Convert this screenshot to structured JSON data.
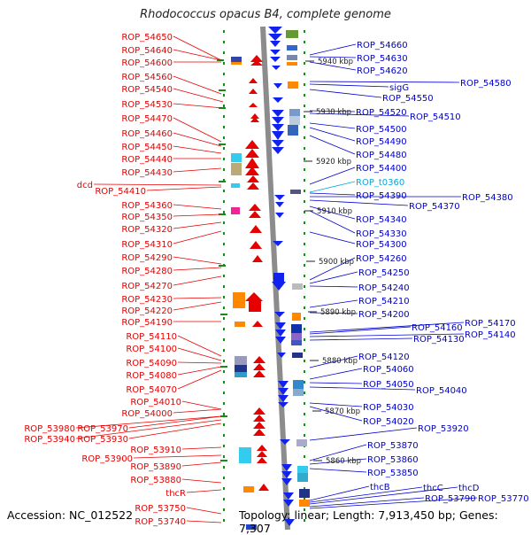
{
  "title": "Rhodococcus opacus B4, complete genome",
  "accession": "Accession: NC_012522",
  "topology": "Topology: linear; Length: 7,913,450 bp; Genes: 7,307",
  "scale_labels": [
    "5940 kbp",
    "5930 kbp",
    "5920 kbp",
    "5910 kbp",
    "5900 kbp",
    "5890 kbp",
    "5880 kbp",
    "5870 kbp",
    "5860 kbp"
  ],
  "left_labels": [
    "ROP_54650",
    "ROP_54640",
    "ROP_54600",
    "ROP_54560",
    "ROP_54540",
    "ROP_54530",
    "ROP_54470",
    "ROP_54460",
    "ROP_54450",
    "ROP_54440",
    "ROP_54430",
    "dcd",
    "ROP_54410",
    "ROP_54360",
    "ROP_54350",
    "ROP_54320",
    "ROP_54310",
    "ROP_54290",
    "ROP_54280",
    "ROP_54270",
    "ROP_54230",
    "ROP_54220",
    "ROP_54190",
    "ROP_54110",
    "ROP_54100",
    "ROP_54090",
    "ROP_54080",
    "ROP_54070",
    "ROP_54010",
    "ROP_54000",
    "ROP_53980",
    "ROP_53970",
    "ROP_53940",
    "ROP_53930",
    "ROP_53910",
    "ROP_53900",
    "ROP_53890",
    "ROP_53880",
    "thcR",
    "ROP_53750",
    "ROP_53740"
  ],
  "right_labels": [
    "ROP_54660",
    "ROP_54630",
    "ROP_54620",
    "ROP_54580",
    "sigG",
    "ROP_54550",
    "ROP_54520",
    "ROP_54510",
    "ROP_54500",
    "ROP_54490",
    "ROP_54480",
    "ROP_54400",
    "ROP_t0360",
    "ROP_54390",
    "ROP_54380",
    "ROP_54370",
    "ROP_54340",
    "ROP_54330",
    "ROP_54300",
    "ROP_54260",
    "ROP_54250",
    "ROP_54240",
    "ROP_54210",
    "ROP_54200",
    "ROP_54170",
    "ROP_54160",
    "ROP_54140",
    "ROP_54130",
    "ROP_54120",
    "ROP_54060",
    "ROP_54050",
    "ROP_54040",
    "ROP_54030",
    "ROP_54020",
    "ROP_53920",
    "ROP_53870",
    "ROP_53860",
    "ROP_53850",
    "thcB",
    "thcC",
    "thcD",
    "ROP_53790",
    "ROP_53770"
  ]
}
